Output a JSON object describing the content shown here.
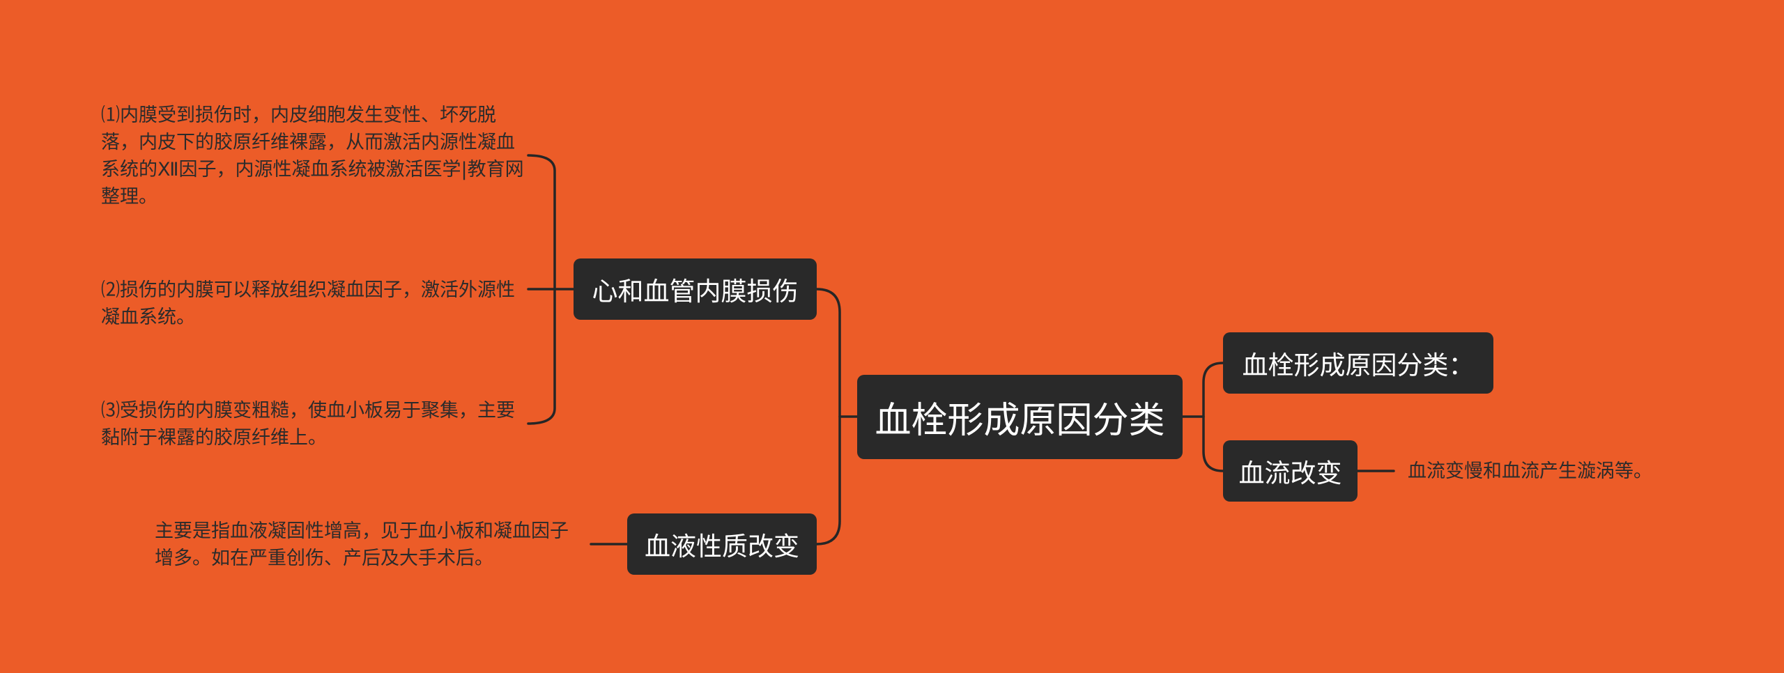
{
  "mindmap": {
    "root": {
      "label": "血栓形成原因分类"
    },
    "left_branches": [
      {
        "label": "心和血管内膜损伤",
        "children": [
          "⑴内膜受到损伤时，内皮细胞发生变性、坏死脱落，内皮下的胶原纤维裸露，从而激活内源性凝血系统的Ⅻ因子，内源性凝血系统被激活医学|教育网整理。",
          "⑵损伤的内膜可以释放组织凝血因子，激活外源性凝血系统。",
          "⑶受损伤的内膜变粗糙，使血小板易于聚集，主要黏附于裸露的胶原纤维上。"
        ]
      },
      {
        "label": "血液性质改变",
        "children": [
          "主要是指血液凝固性增高，见于血小板和凝血因子增多。如在严重创伤、产后及大手术后。"
        ]
      }
    ],
    "right_branches": [
      {
        "label": "血栓形成原因分类：",
        "children": []
      },
      {
        "label": "血流改变",
        "children": [
          "血流变慢和血流产生漩涡等。"
        ]
      }
    ],
    "colors": {
      "background": "#EC5C28",
      "node_fill": "#292929",
      "node_text": "#FFFFFF",
      "leaf_text": "#2B2B2B",
      "connector": "#262626"
    }
  }
}
